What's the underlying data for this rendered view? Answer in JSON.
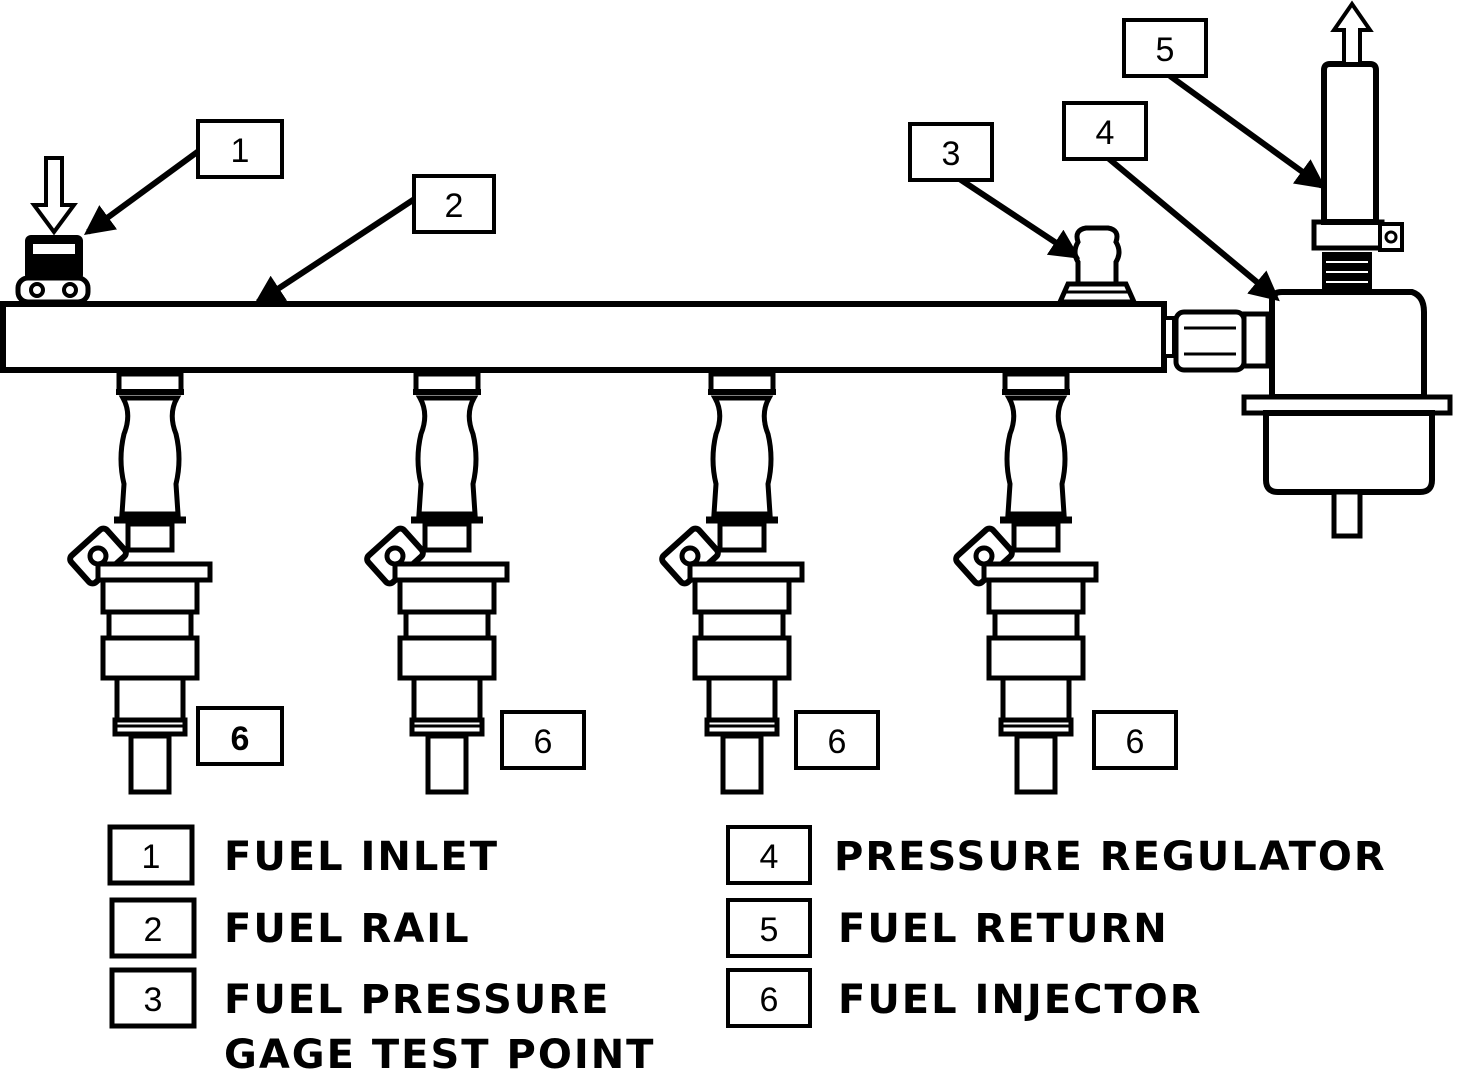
{
  "callouts": {
    "c1": "1",
    "c2": "2",
    "c3": "3",
    "c4": "4",
    "c5": "5",
    "c6a": "6",
    "c6b": "6",
    "c6c": "6",
    "c6d": "6"
  },
  "legend": [
    {
      "num": "1",
      "label": "FUEL INLET"
    },
    {
      "num": "2",
      "label": "FUEL RAIL"
    },
    {
      "num": "3",
      "label": "FUEL PRESSURE",
      "label2": "GAGE TEST POINT"
    },
    {
      "num": "4",
      "label": "PRESSURE REGULATOR"
    },
    {
      "num": "5",
      "label": "FUEL RETURN"
    },
    {
      "num": "6",
      "label": "FUEL INJECTOR"
    }
  ]
}
